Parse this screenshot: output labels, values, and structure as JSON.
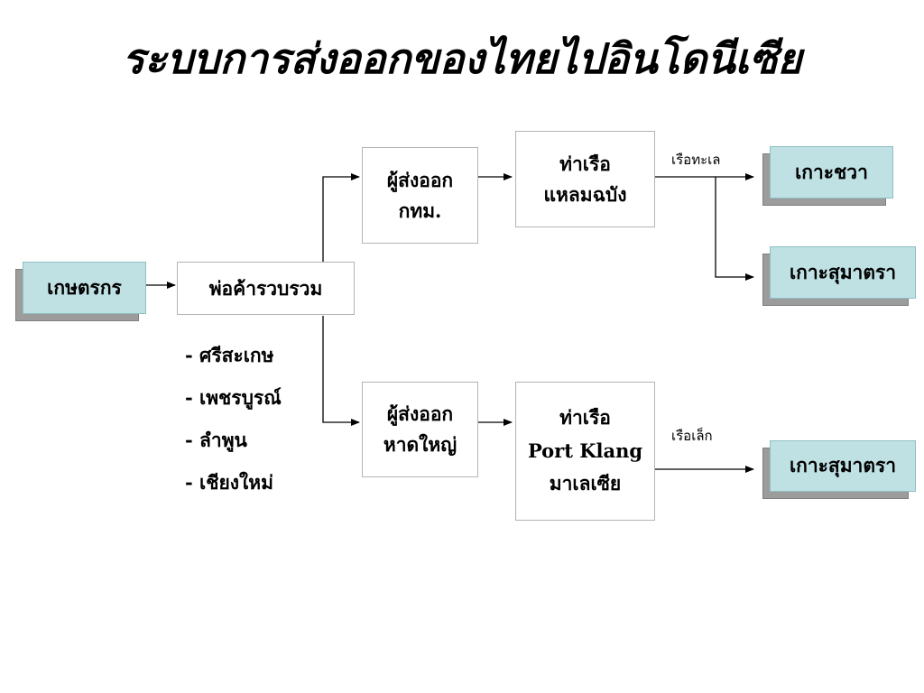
{
  "title": "ระบบการส่งออกของไทยไปอินโดนีเซีย",
  "nodes": {
    "farmer": "เกษตรกร",
    "collector": "พ่อค้ารวบรวม",
    "exporter_bkk": [
      "ผู้ส่งออก",
      "กทม."
    ],
    "exporter_hatyai": [
      "ผู้ส่งออก",
      "หาดใหญ่"
    ],
    "port_laemchabang": [
      "ท่าเรือ",
      "แหลมฉบัง"
    ],
    "port_klang": [
      "ท่าเรือ",
      "Port Klang",
      "มาเลเซีย"
    ],
    "dest_java": "เกาะชวา",
    "dest_sumatra_1": "เกาะสุมาตรา",
    "dest_sumatra_2": "เกาะสุมาตรา"
  },
  "edge_labels": {
    "sea_ship": "เรือทะเล",
    "small_ship": "เรือเล็ก"
  },
  "provinces": [
    "- ศรีสะเกษ",
    "- เพชรบูรณ์",
    "- ลำพูน",
    "- เชียงใหม่"
  ],
  "colors": {
    "highlight_box": "#bfe1e4",
    "shadow": "#9c9c9c",
    "border": "#b3b3b3"
  }
}
